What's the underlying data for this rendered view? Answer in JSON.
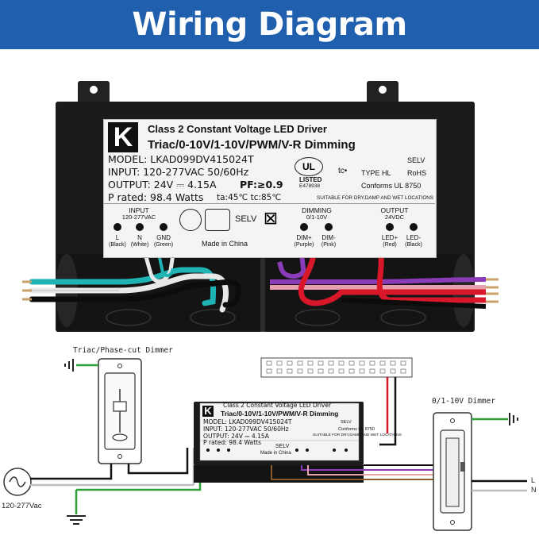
{
  "title": "Wiring Diagram",
  "driver_label": {
    "brand_logo": "K",
    "line1": "Class 2 Constant Voltage LED Driver",
    "line2": "Triac/0-10V/1-10V/PWM/V-R Dimming",
    "model": "MODEL: LKAD099DV415024T",
    "input": "INPUT: 120-277VAC  50/60Hz",
    "output": "OUTPUT: 24V ⎓ 4.15A",
    "pf": "PF:≥0.9",
    "rated": "P rated: 98.4 Watts",
    "temps": "ta:45℃  tc:85℃",
    "selv_top": "SELV",
    "tc_mark": "tc•",
    "type": "TYPE HL",
    "rohs": "RoHS",
    "listed": "LISTED",
    "file_no": "E478938",
    "conforms": "Conforms UL 8750",
    "suitable": "SUITABLE FOR DRY,DAMP AND WET LOCATIONS",
    "input_section": "INPUT",
    "input_voltage": "120-277VAC",
    "made_in": "Made in China",
    "selv_mid": "SELV",
    "dimming_section": "DIMMING",
    "dimming_range": "0/1-10V",
    "output_section": "OUTPUT",
    "output_voltage": "24VDC",
    "terminals": [
      {
        "name": "L",
        "color": "(Black)"
      },
      {
        "name": "N",
        "color": "(White)"
      },
      {
        "name": "GND",
        "color": "(Green)"
      },
      {
        "name": "DIM+",
        "color": "(Purple)"
      },
      {
        "name": "DIM-",
        "color": "(Pink)"
      },
      {
        "name": "LED+",
        "color": "(Red)"
      },
      {
        "name": "LED-",
        "color": "(Black)"
      }
    ]
  },
  "diagram": {
    "triac_dimmer": "Triac/Phase-cut Dimmer",
    "volt_dimmer": "0/1-10V Dimmer",
    "source": "120-277Vac",
    "line_l": "L",
    "line_n": "N"
  },
  "colors": {
    "banner": "#1f5fae",
    "wire_black": "#111111",
    "wire_white": "#d9d9d9",
    "wire_green": "#2ea03a",
    "wire_teal": "#1fb3b3",
    "wire_purple": "#8a3bb8",
    "wire_pink": "#e8a0b0",
    "wire_red": "#d8182a",
    "wire_brown": "#8b5a2b"
  }
}
